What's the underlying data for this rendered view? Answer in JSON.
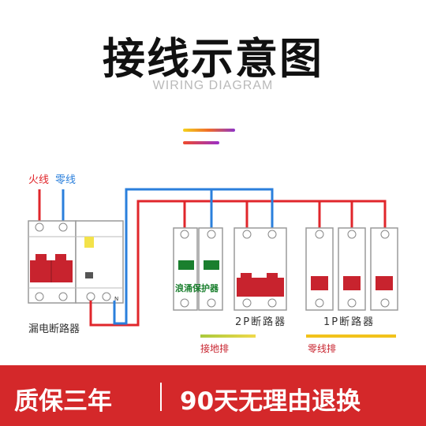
{
  "header": {
    "title": "接线示意图",
    "subtitle": "WIRING DIAGRAM"
  },
  "wires": {
    "live_label": "火线",
    "neutral_label": "零线",
    "live_color": "#e0262b",
    "neutral_color": "#2a7fdc"
  },
  "devices": {
    "rcbo_label": "漏电断路器",
    "rcbo_n_mark": "N",
    "spd_label": "浪涌保护器",
    "mcb2p_label": "2P断路器",
    "mcb1p_label": "1P断路器",
    "breaker_red": "#c8232e",
    "spd_green": "#1a7f2e"
  },
  "busbars": {
    "ground_label": "接地排",
    "neutral_bar_label": "零线排",
    "ground_colors": [
      "#a9c93c",
      "#f0d94a"
    ],
    "neutral_bar_color": "#f2c21b"
  },
  "banner": {
    "left_text": "质保三年",
    "right_text": "90天无理由退换",
    "background": "#d4282a"
  }
}
